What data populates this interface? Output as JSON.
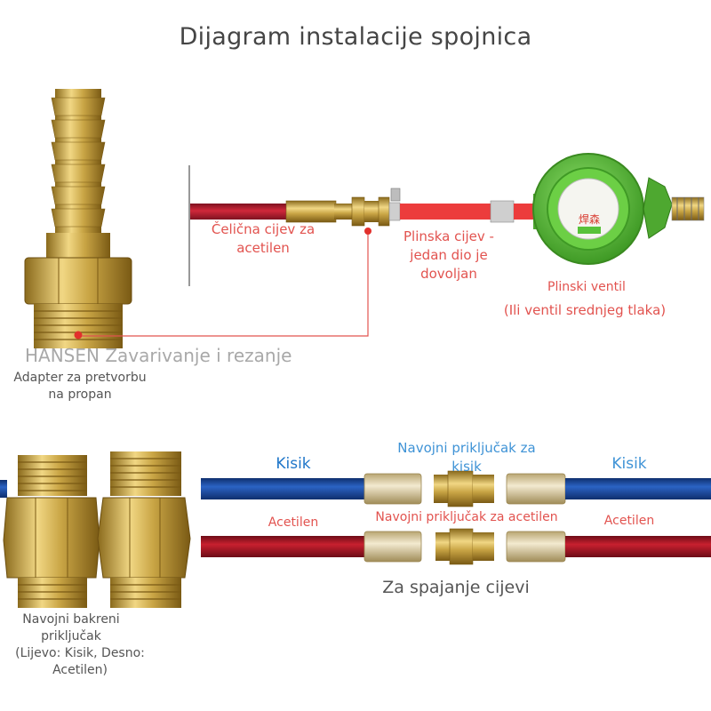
{
  "title": "Dijagram instalacije spojnica",
  "labels": {
    "steel_pipe": "Čelična cijev za acetilen",
    "gas_hose": "Plinska cijev - jedan dio je dovoljan",
    "gas_valve": "Plinski ventil",
    "valve_note": "(Ili ventil srednjeg tlaka)",
    "watermark": "HANSEN Zavarivanje i rezanje",
    "adapter": "Adapter za pretvorbu na propan",
    "oxygen_left": "Kisik",
    "oxygen_right": "Kisik",
    "oxygen_connector": "Navojni priključak za kisik",
    "acetylene_left": "Acetilen",
    "acetylene_right": "Acetilen",
    "acetylene_connector": "Navojni priključak za acetilen",
    "joining": "Za spajanje cijevi",
    "copper_connector": "Navojni bakreni priključak",
    "copper_note": "(Lijevo: Kisik, Desno: Acetilen)",
    "regulator_brand": "焊森"
  },
  "colors": {
    "accent_red": "#e2534f",
    "oxygen_blue": "#1f76c9",
    "hose_blue": "#1d4fa8",
    "hose_red": "#b8182a",
    "brass": "#c9a545",
    "regulator_green": "#58c23a"
  }
}
